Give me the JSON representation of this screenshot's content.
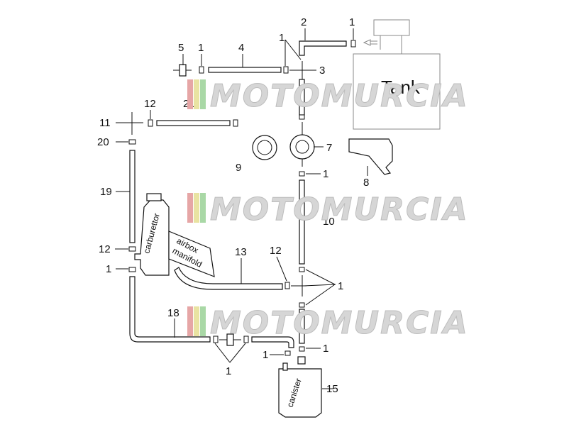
{
  "labels": {
    "tank": "Tank",
    "carburettor": "carburettor",
    "airbox": "airbox",
    "manifold": "manifold",
    "canister": "canister"
  },
  "watermark": {
    "text": "MOTOMURCIA",
    "stripe_colors": [
      "#e6a6a6",
      "#e9e3a2",
      "#a9d8a6"
    ]
  },
  "callouts": {
    "n1_a": "1",
    "n1_b": "1",
    "n1_c": "1",
    "n1_d": "1",
    "n1_e": "1",
    "n1_f": "1",
    "n1_g": "1",
    "n1_h": "1",
    "n2": "2",
    "n3": "3",
    "n4": "4",
    "n5": "5",
    "n7": "7",
    "n8": "8",
    "n9": "9",
    "n10": "10",
    "n11": "11",
    "n12_a": "12",
    "n12_b": "12",
    "n12_c": "12",
    "n13": "13",
    "n15": "15",
    "n18": "18",
    "n19": "19",
    "n20": "20",
    "n21": "21"
  }
}
